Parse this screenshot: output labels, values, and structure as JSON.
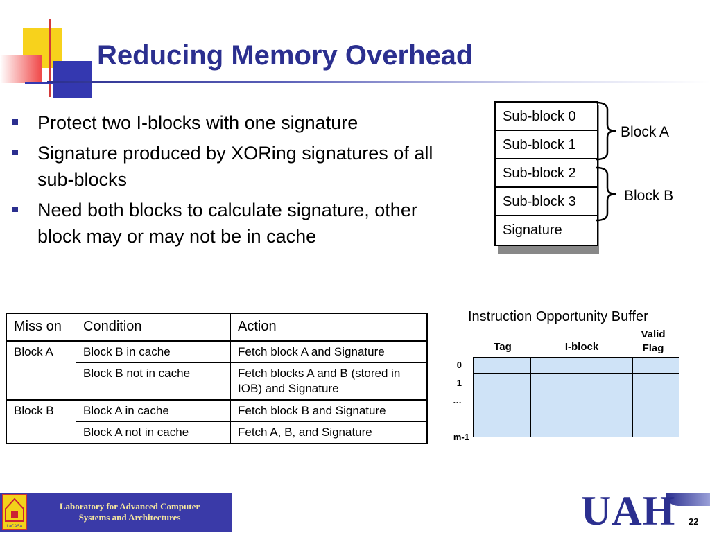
{
  "slide": {
    "title": "Reducing Memory Overhead",
    "page_number": "22"
  },
  "bullets": [
    "Protect two I-blocks with one signature",
    "Signature produced by XORing signatures of all sub-blocks",
    "Need both blocks to calculate signature, other block may or may not be in cache"
  ],
  "sub_blocks": [
    "Sub-block 0",
    "Sub-block 1",
    "Sub-block 2",
    "Sub-block 3",
    "Signature"
  ],
  "block_labels": {
    "a": "Block A",
    "b": "Block B"
  },
  "action_table": {
    "headers": [
      "Miss on",
      "Condition",
      "Action"
    ],
    "rows": [
      {
        "miss_on": "Block A",
        "condition": "Block B in cache",
        "action": "Fetch block A and Signature"
      },
      {
        "miss_on": "",
        "condition": "Block B not in cache",
        "action": "Fetch blocks A and B (stored in IOB) and Signature"
      },
      {
        "miss_on": "Block B",
        "condition": "Block A in cache",
        "action": "Fetch block B and Signature"
      },
      {
        "miss_on": "",
        "condition": "Block A not in cache",
        "action": "Fetch A, B, and Signature"
      }
    ]
  },
  "iob": {
    "title": "Instruction Opportunity Buffer",
    "headers": {
      "tag": "Tag",
      "iblock": "I-block",
      "valid": "Valid",
      "flag": "Flag"
    },
    "row_indices": [
      "0",
      "1",
      "…",
      "",
      "m-1"
    ]
  },
  "footer": {
    "lab_line1": "Laboratory for Advanced Computer",
    "lab_line2": "Systems and Architectures",
    "lab_logo_text": "LaCASA",
    "logo": "UAH"
  },
  "colors": {
    "title": "#2b2f8f",
    "bullet": "#2b2f8f",
    "iob_cell": "#cfe3f7",
    "footer_box": "#3a3aa8"
  }
}
